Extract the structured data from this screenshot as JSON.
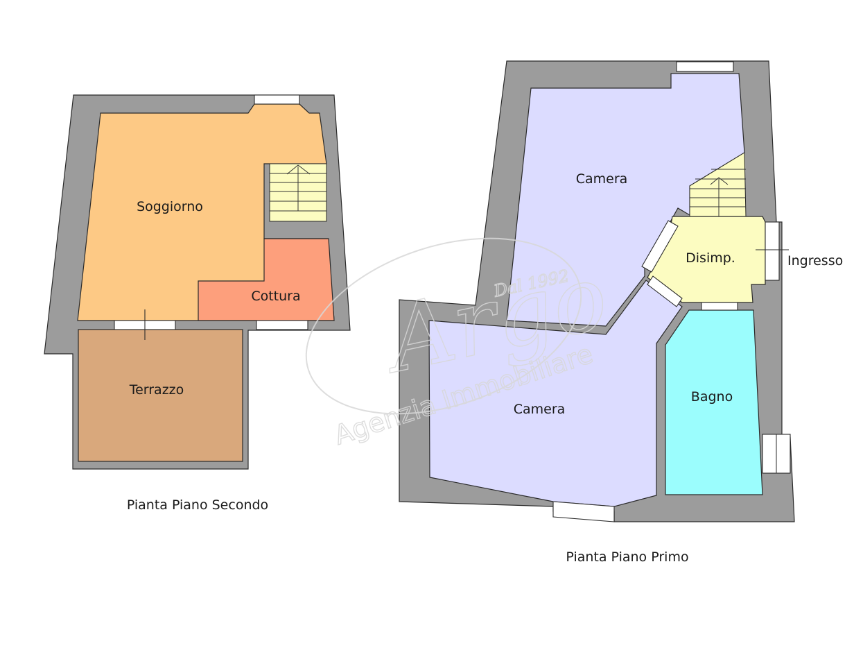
{
  "floors": [
    {
      "caption": "Pianta Piano Secondo",
      "rooms": [
        {
          "key": "soggiorno",
          "label": "Soggiorno",
          "color": "#fdc985"
        },
        {
          "key": "cottura",
          "label": "Cottura",
          "color": "#fd9f7c"
        },
        {
          "key": "terrazzo",
          "label": "Terrazzo",
          "color": "#d9a87c"
        }
      ]
    },
    {
      "caption": "Pianta Piano Primo",
      "rooms": [
        {
          "key": "camera_top",
          "label": "Camera",
          "color": "#dcdcff"
        },
        {
          "key": "disimp",
          "label": "Disimp.",
          "color": "#fcfcc1"
        },
        {
          "key": "camera_bottom",
          "label": "Camera",
          "color": "#dcdcff"
        },
        {
          "key": "bagno",
          "label": "Bagno",
          "color": "#9bfdfd"
        }
      ],
      "entrance_label": "Ingresso"
    }
  ],
  "colors": {
    "wall": "#9c9c9c",
    "stairs": "#fcfcc1",
    "watermark": "#d8d8d8"
  },
  "watermark": {
    "brand": "Argo",
    "tagline": "Agenzia Immobiliare",
    "since": "Dal 1992"
  }
}
